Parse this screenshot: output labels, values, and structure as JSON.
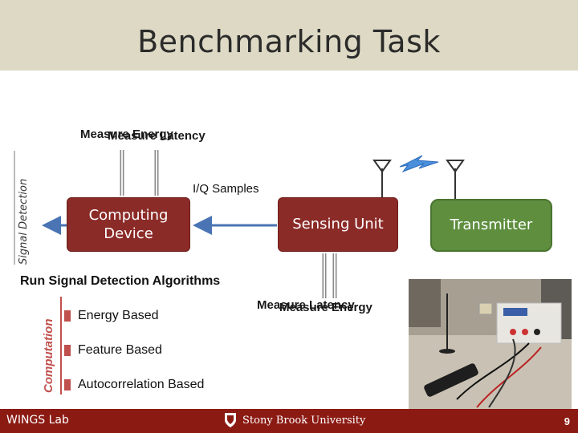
{
  "title": "Benchmarking Task",
  "side_labels": {
    "signal_detection": "Signal Detection",
    "computation": "Computation"
  },
  "top_measures": {
    "first": "Measure Energy",
    "second": "Measure Latency"
  },
  "iq_samples": "I/Q Samples",
  "boxes": {
    "computing_device": "Computing Device",
    "sensing_unit": "Sensing Unit",
    "transmitter": "Transmitter"
  },
  "run_algorithms": "Run Signal Detection Algorithms",
  "bottom_measures": {
    "first": "Measure Latency",
    "second": "Measure Energy"
  },
  "algorithms": [
    "Energy Based",
    "Feature Based",
    "Autocorrelation Based"
  ],
  "footer": {
    "lab": "WINGS Lab",
    "university": "Stony Brook University",
    "page": "9"
  },
  "colors": {
    "title_band": "#ddd9c4",
    "red_box": "#8b2b28",
    "green_box": "#5e8e3e",
    "arrow": "#4a74b4",
    "bullet": "#c0504d",
    "footer": "#8b1a13"
  },
  "icons": {
    "antenna": "antenna-icon",
    "signal": "lightning-signal-icon",
    "logo": "university-shield-icon"
  }
}
